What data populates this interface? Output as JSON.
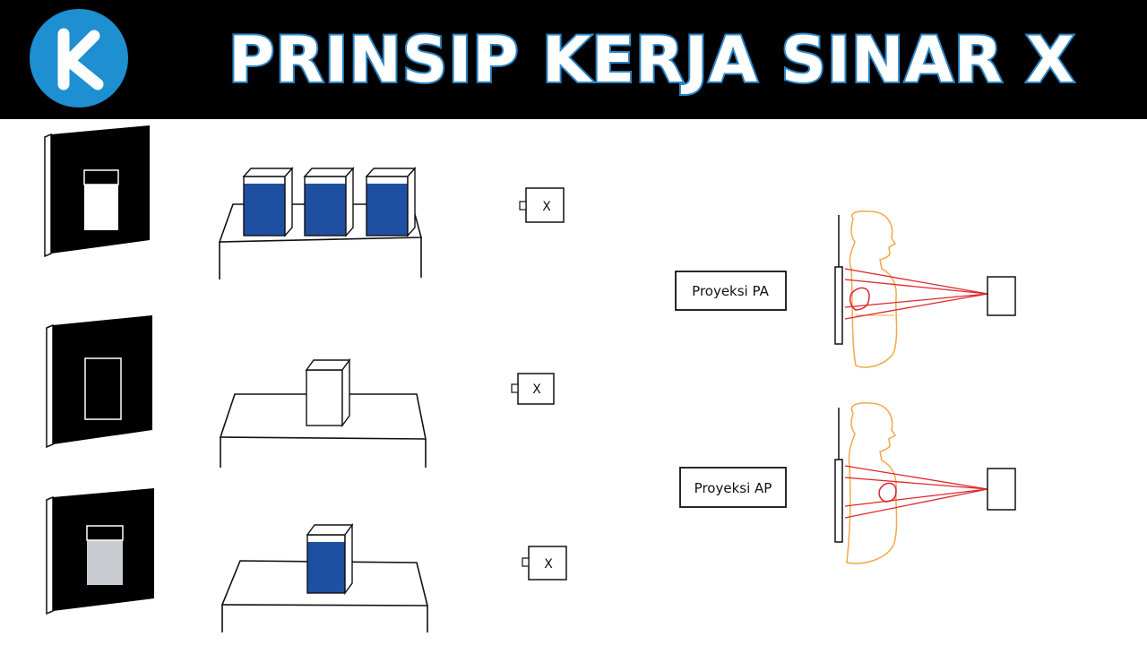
{
  "header": {
    "title": "PRINSIP KERJA SINAR X",
    "logo_letter": "K"
  },
  "rows": [
    {
      "source_label": "X"
    },
    {
      "source_label": "X"
    },
    {
      "source_label": "X"
    }
  ],
  "projections": [
    {
      "label": "Proyeksi PA"
    },
    {
      "label": "Proyeksi AP"
    }
  ],
  "colors": {
    "header_bg": "#000000",
    "title_fill": "#ffffff",
    "title_outline": "#2a86c6",
    "logo_bg": "#1e8fd0",
    "water": "#1f4fa1",
    "body_outline": "#f0a94a",
    "xray_beam": "#e0262b",
    "film_light_gray": "#c9ccd1"
  },
  "icons": [
    "logo-k-icon",
    "xray-film-icon",
    "xray-source-icon",
    "water-container-icon",
    "human-body-icon"
  ]
}
